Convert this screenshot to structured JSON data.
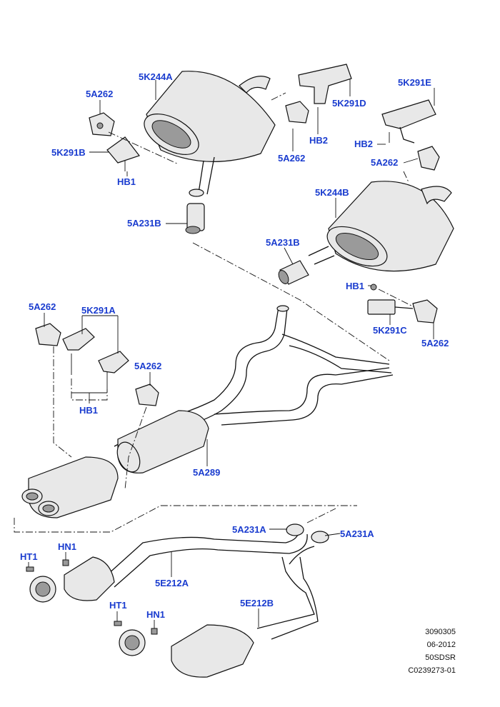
{
  "labels": {
    "5K244A": "5K244A",
    "5A262_tl": "5A262",
    "5K291B": "5K291B",
    "HB1_tl": "HB1",
    "5A231B_l": "5A231B",
    "5K291D": "5K291D",
    "HB2_tc": "HB2",
    "5A262_tc": "5A262",
    "5K291E": "5K291E",
    "HB2_tr": "HB2",
    "5A262_tr": "5A262",
    "5K244B": "5K244B",
    "5A231B_r": "5A231B",
    "HB1_r": "HB1",
    "5K291C": "5K291C",
    "5A262_r": "5A262",
    "5A262_ml": "5A262",
    "5K291A": "5K291A",
    "5A262_mc": "5A262",
    "HB1_ml": "HB1",
    "5A289": "5A289",
    "5A231A_l": "5A231A",
    "5A231A_r": "5A231A",
    "HT1_a": "HT1",
    "HN1_a": "HN1",
    "5E212A": "5E212A",
    "5E212B": "5E212B",
    "HT1_b": "HT1",
    "HN1_b": "HN1"
  },
  "reference": {
    "line1": "3090305",
    "line2": "06-2012",
    "line3": "50SDSR",
    "line4": "C0239273-01"
  }
}
